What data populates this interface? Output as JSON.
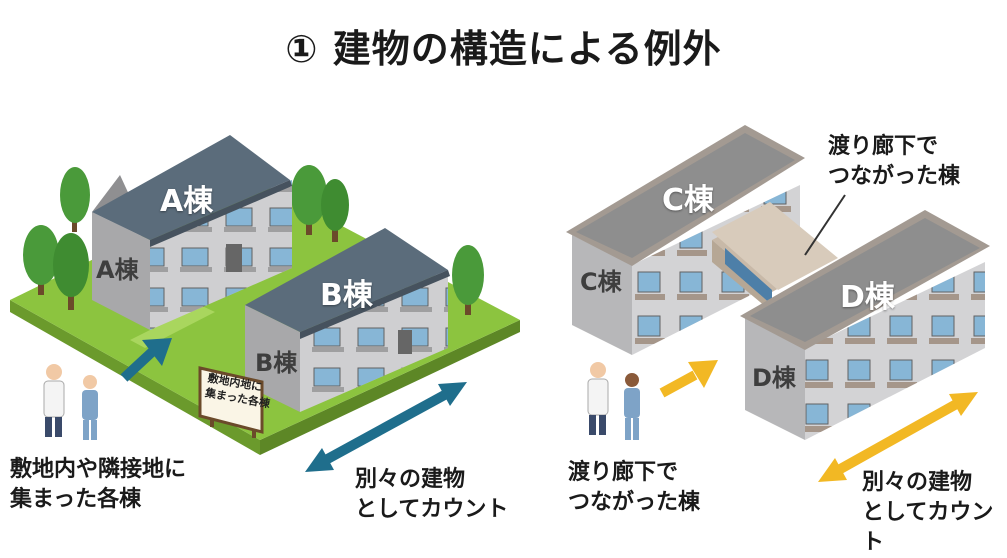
{
  "title": "① 建物の構造による例外",
  "left": {
    "building_a": "A棟",
    "building_a_wall": "A棟",
    "building_b": "B棟",
    "building_b_wall": "B棟",
    "sign": [
      "敷地内地に",
      "集まった各棟"
    ],
    "caption": [
      "敷地内や隣接地に",
      "集まった各棟"
    ],
    "arrow_label": [
      "別々の建物",
      "としてカウント"
    ]
  },
  "right": {
    "building_c": "C棟",
    "building_c_wall": "C棟",
    "building_d": "D棟",
    "building_d_wall": "D棟",
    "corridor_callout": [
      "渡り廊下で",
      "つながった棟"
    ],
    "caption": [
      "渡り廊下で",
      "つながった棟"
    ],
    "arrow_label": [
      "別々の建物",
      "としてカウント"
    ]
  },
  "colors": {
    "grass": "#8cc43f",
    "roof_gable": "#5b6c7b",
    "wall": "#c9c9cb",
    "flat_roof": "#8e8e8e",
    "arrow_teal": "#1f6e8c",
    "arrow_yellow": "#f2b824",
    "tree": "#4a9a3a"
  }
}
